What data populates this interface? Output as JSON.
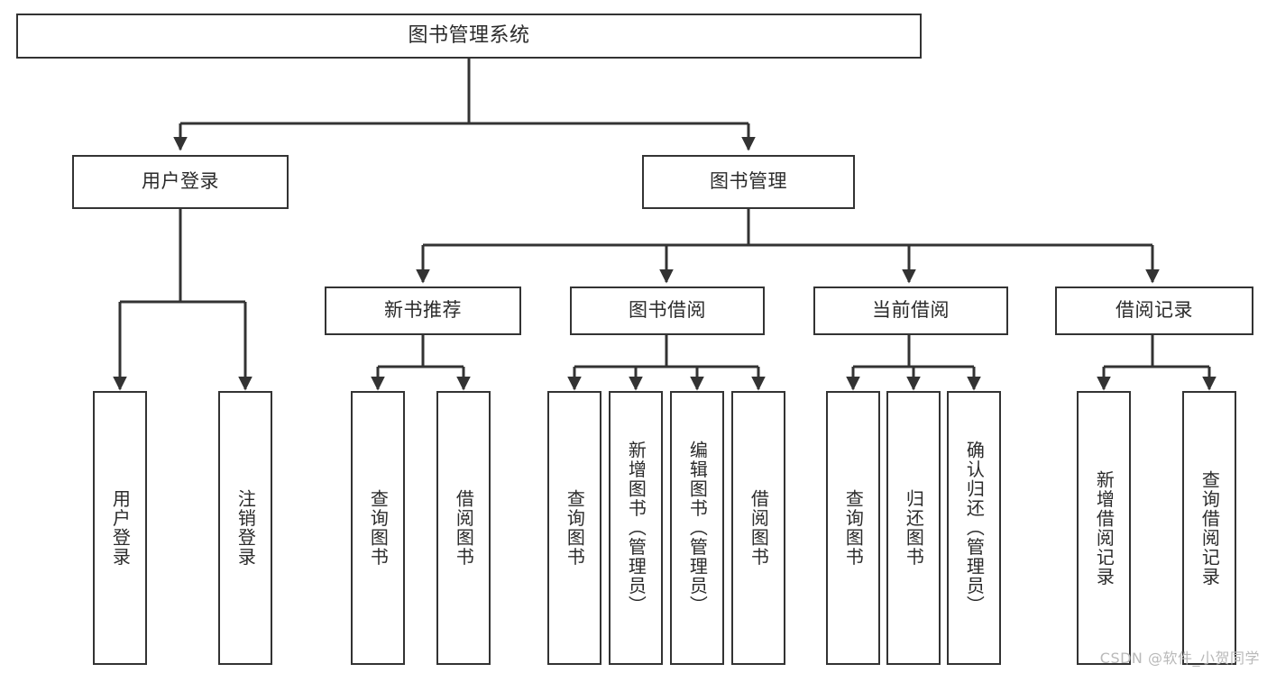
{
  "diagram": {
    "title": "图书管理系统",
    "watermark": "CSDN @软件_小贺同学",
    "line_color": "#333333",
    "text_color": "#2b2b2b",
    "background": "#ffffff"
  },
  "root": {
    "label": "图书管理系统"
  },
  "level2": [
    {
      "label": "用户登录"
    },
    {
      "label": "图书管理"
    }
  ],
  "level3": [
    {
      "label": "新书推荐"
    },
    {
      "label": "图书借阅"
    },
    {
      "label": "当前借阅"
    },
    {
      "label": "借阅记录"
    }
  ],
  "leaves": {
    "user_login": [
      {
        "label": "用户登录"
      },
      {
        "label": "注销登录"
      }
    ],
    "new_book": [
      {
        "label": "查询图书"
      },
      {
        "label": "借阅图书"
      }
    ],
    "book_borrow": [
      {
        "label": "查询图书"
      },
      {
        "label": "新增图书（管理员）"
      },
      {
        "label": "编辑图书（管理员）"
      },
      {
        "label": "借阅图书"
      }
    ],
    "current_borrow": [
      {
        "label": "查询图书"
      },
      {
        "label": "归还图书"
      },
      {
        "label": "确认归还（管理员）"
      }
    ],
    "borrow_record": [
      {
        "label": "新增借阅记录"
      },
      {
        "label": "查询借阅记录"
      }
    ]
  }
}
